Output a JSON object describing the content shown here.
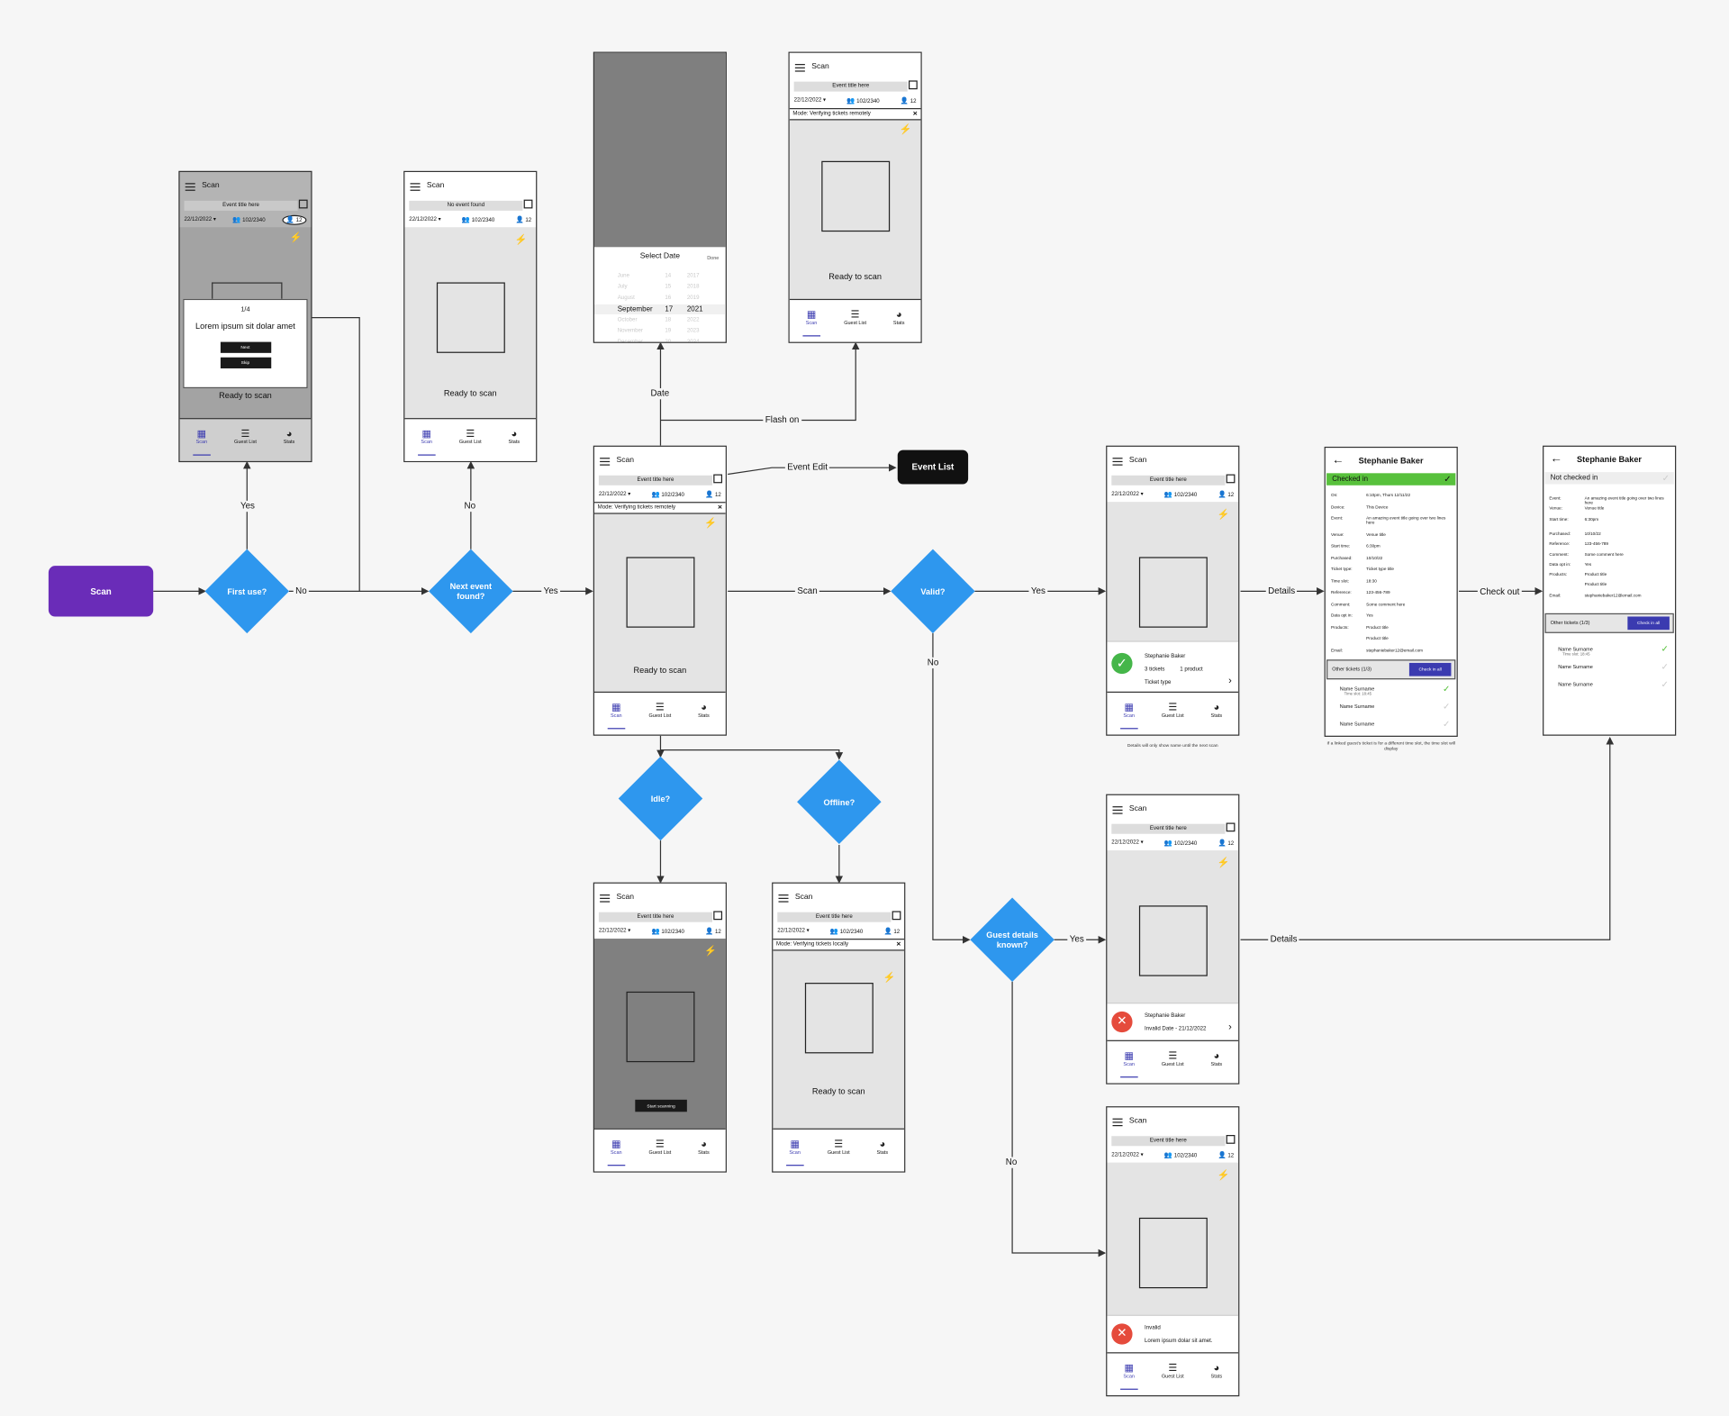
{
  "nodes": {
    "start": "Scan",
    "event_list": "Event List",
    "d_first_use": "First use?",
    "d_next_event": "Next event found?",
    "d_valid": "Valid?",
    "d_idle": "Idle?",
    "d_offline": "Offline?",
    "d_guest_known": "Guest details known?"
  },
  "edges": {
    "yes": "Yes",
    "no": "No",
    "scan": "Scan",
    "date": "Date",
    "flash_on": "Flash on",
    "event_edit": "Event Edit",
    "details": "Details",
    "check_out": "Check out"
  },
  "common": {
    "screen_title": "Scan",
    "event_title": "Event title here",
    "no_event": "No event found",
    "date": "22/12/2022",
    "capacity": "102/2340",
    "count": "12",
    "ready": "Ready to scan",
    "mode_remote": "Mode: Verifying tickets remotely",
    "mode_local": "Mode: Verifying tickets locally",
    "nav_scan": "Scan",
    "nav_guest": "Guest List",
    "nav_stats": "Stats"
  },
  "onboarding": {
    "step": "1/4",
    "message": "Lorem ipsum sit dolar amet",
    "next": "Next",
    "skip": "Skip"
  },
  "idle": {
    "start": "Start scanning"
  },
  "date_picker": {
    "title": "Select Date",
    "done": "Done",
    "rows": [
      {
        "m": "June",
        "d": "14",
        "y": "2017"
      },
      {
        "m": "July",
        "d": "15",
        "y": "2018"
      },
      {
        "m": "August",
        "d": "16",
        "y": "2019"
      },
      {
        "m": "September",
        "d": "17",
        "y": "2021"
      },
      {
        "m": "October",
        "d": "18",
        "y": "2022"
      },
      {
        "m": "November",
        "d": "19",
        "y": "2023"
      },
      {
        "m": "December",
        "d": "20",
        "y": "2024"
      }
    ]
  },
  "valid_result": {
    "name": "Stephanie Baker",
    "tickets": "3 tickets",
    "products": "1 product",
    "type": "Ticket type",
    "note": "Details will only show name until the next scan"
  },
  "invalid_date_result": {
    "name": "Stephanie Baker",
    "reason": "Invalid Date - 21/12/2022"
  },
  "invalid_result": {
    "title": "Invalid",
    "reason": "Lorem ipsum dolar sit amet."
  },
  "checked_in": {
    "name": "Stephanie Baker",
    "status": "Checked in",
    "rows": [
      {
        "k": "On:",
        "v": "6:10pm, Thurs 12/11/22"
      },
      {
        "k": "Device:",
        "v": "This Device"
      },
      {
        "k": "Event:",
        "v": "An amazing event title going over two lines here"
      },
      {
        "k": "Venue:",
        "v": "Venue title"
      },
      {
        "k": "Start time:",
        "v": "6:30pm"
      },
      {
        "k": "Purchased:",
        "v": "10/10/22"
      },
      {
        "k": "Ticket type:",
        "v": "Ticket type title"
      },
      {
        "k": "Time slot:",
        "v": "18:30"
      },
      {
        "k": "Reference:",
        "v": "123-456-789"
      },
      {
        "k": "Comment:",
        "v": "Some comment here"
      },
      {
        "k": "Data opt in:",
        "v": "Yes"
      },
      {
        "k": "Products:",
        "v": "Product title"
      },
      {
        "k": "",
        "v": "Product title"
      },
      {
        "k": "Email:",
        "v": "stephaniebaker12@email.com"
      }
    ],
    "other_label": "Other tickets (1/3)",
    "check_all": "Check in all",
    "guests": [
      {
        "name": "Name Surname",
        "sub": "Time slot: 18:45",
        "on": true
      },
      {
        "name": "Name Surname",
        "sub": "",
        "on": false
      },
      {
        "name": "Name Surname",
        "sub": "",
        "on": false
      }
    ],
    "note": "If a linked guest's ticket is for a different time slot, the time slot will display"
  },
  "not_checked_in": {
    "name": "Stephanie Baker",
    "status": "Not checked in",
    "rows": [
      {
        "k": "Event:",
        "v": "An amazing event title going over two lines here"
      },
      {
        "k": "Venue:",
        "v": "Venue title"
      },
      {
        "k": "Start time:",
        "v": "6:30pm"
      },
      {
        "k": "Purchased:",
        "v": "10/10/22"
      },
      {
        "k": "Reference:",
        "v": "123-456-789"
      },
      {
        "k": "Comment:",
        "v": "Some comment here"
      },
      {
        "k": "Data opt in:",
        "v": "Yes"
      },
      {
        "k": "Products:",
        "v": "Product title"
      },
      {
        "k": "",
        "v": "Product title"
      },
      {
        "k": "Email:",
        "v": "stephaniebaker12@email.com"
      }
    ],
    "other_label": "Other tickets (1/3)",
    "check_all": "Check in all",
    "guests": [
      {
        "name": "Name Surname",
        "sub": "Time slot: 18:45",
        "on": true
      },
      {
        "name": "Name Surname",
        "sub": "",
        "on": false
      },
      {
        "name": "Name Surname",
        "sub": "",
        "on": false
      }
    ]
  },
  "colors": {
    "decision": "#2e97ee",
    "start": "#6a2cb8",
    "success": "#58c13c",
    "error": "#e54b3c",
    "accent": "#3b3bb0"
  }
}
